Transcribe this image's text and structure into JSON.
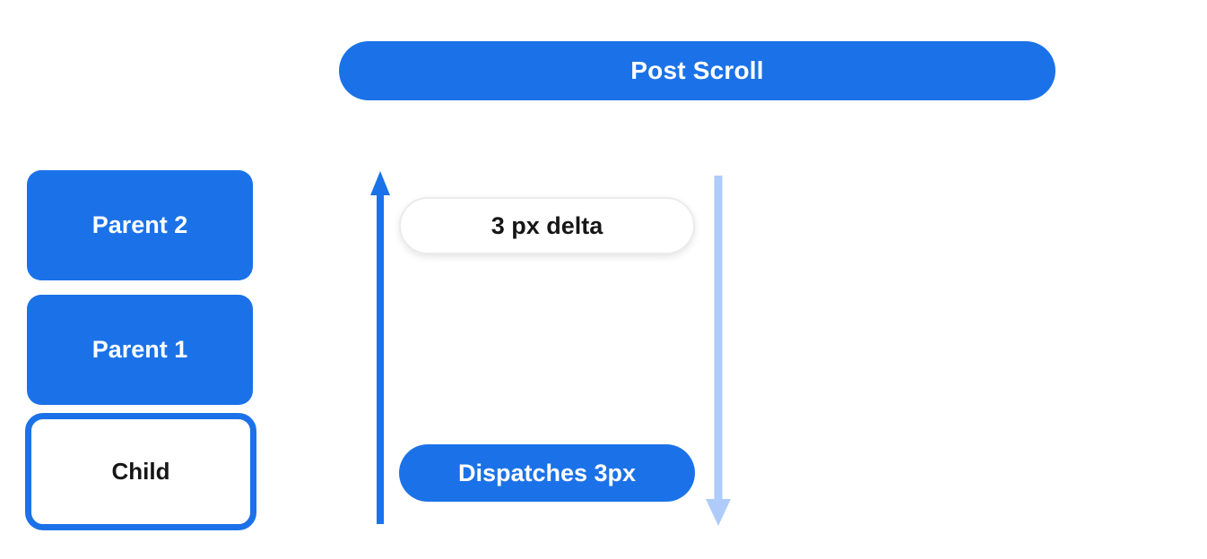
{
  "colors": {
    "primary_blue": "#1b72e8",
    "light_blue": "#aecbfa",
    "pill_border": "#ebebeb",
    "text_dark": "#161616",
    "text_white": "#ffffff",
    "canvas_bg": "#ffffff"
  },
  "header": {
    "label": "Post Scroll"
  },
  "nodes": {
    "parent2": "Parent 2",
    "parent1": "Parent 1",
    "child": "Child"
  },
  "flow": {
    "delta_label": "3 px delta",
    "dispatch_label": "Dispatches 3px"
  },
  "icons": {
    "up_arrow": "upward-scroll-arrow",
    "down_arrow": "downward-scroll-arrow"
  }
}
